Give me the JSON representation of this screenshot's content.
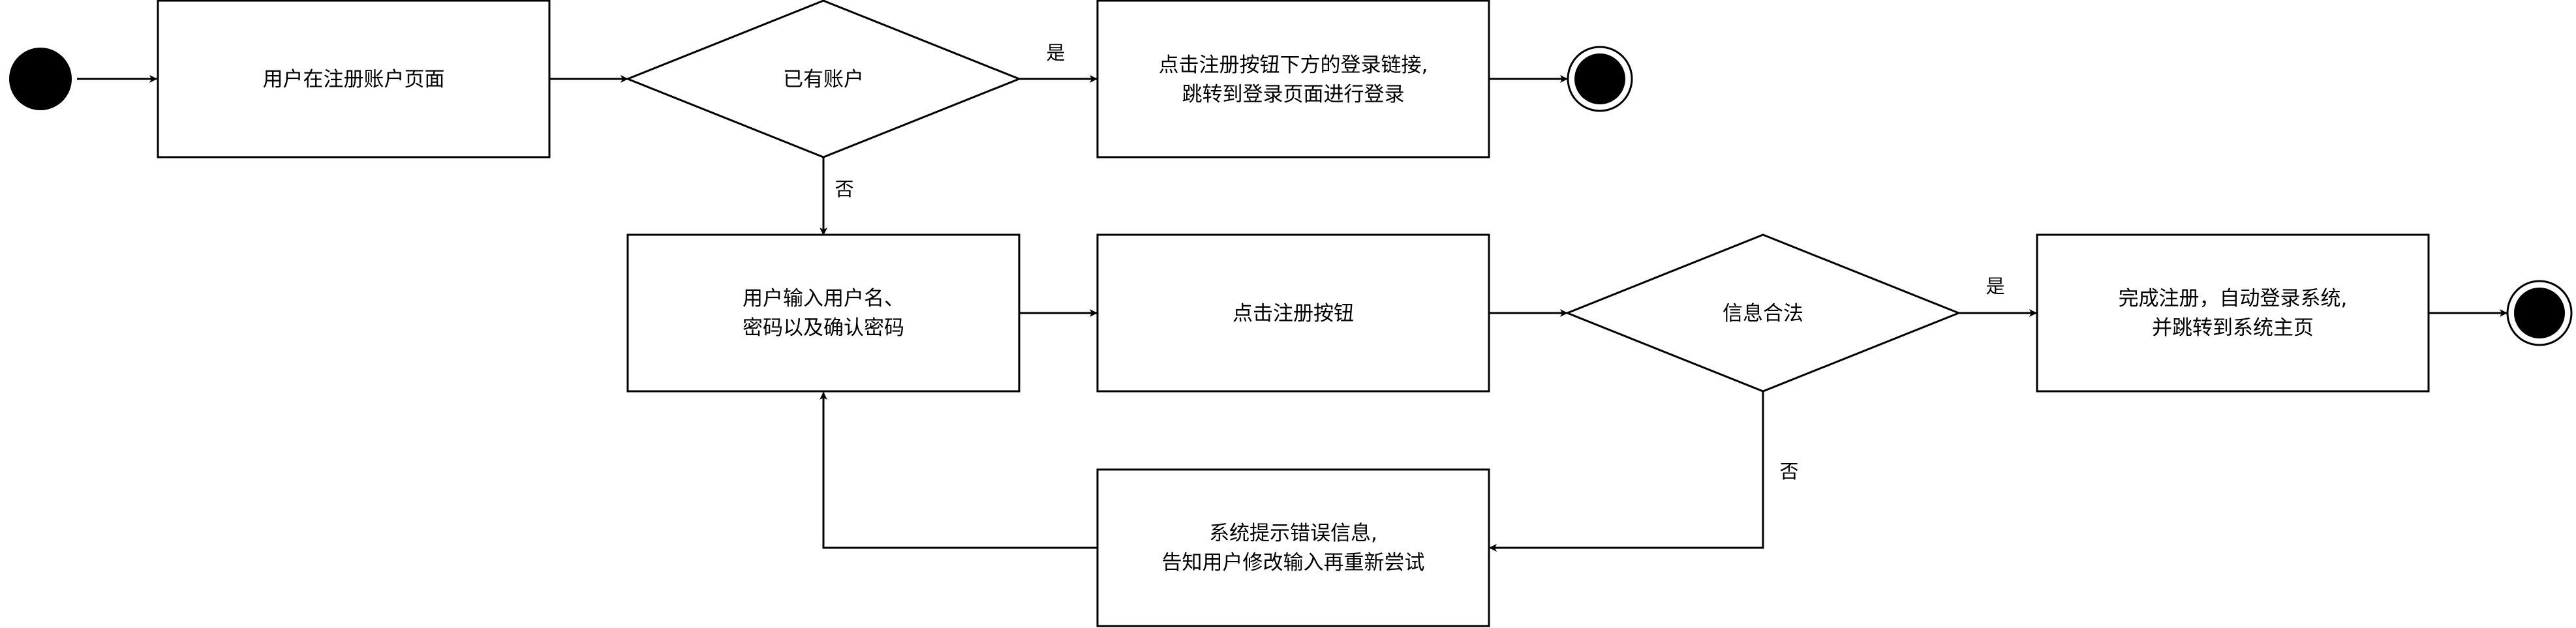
{
  "diagram": {
    "nodes": {
      "register_page": "用户在注册账户页面",
      "has_account": "已有账户",
      "login_link": [
        "点击注册按钮下方的登录链接,",
        "跳转到登录页面进行登录"
      ],
      "input_info": [
        "用户输入用户名、",
        "密码以及确认密码"
      ],
      "click_register": "点击注册按钮",
      "info_valid": "信息合法",
      "complete": [
        "完成注册，自动登录系统,",
        "并跳转到系统主页"
      ],
      "error": [
        "系统提示错误信息,",
        "告知用户修改输入再重新尝试"
      ]
    },
    "edge_labels": {
      "has_account_yes": "是",
      "has_account_no": "否",
      "valid_yes": "是",
      "valid_no": "否"
    }
  }
}
